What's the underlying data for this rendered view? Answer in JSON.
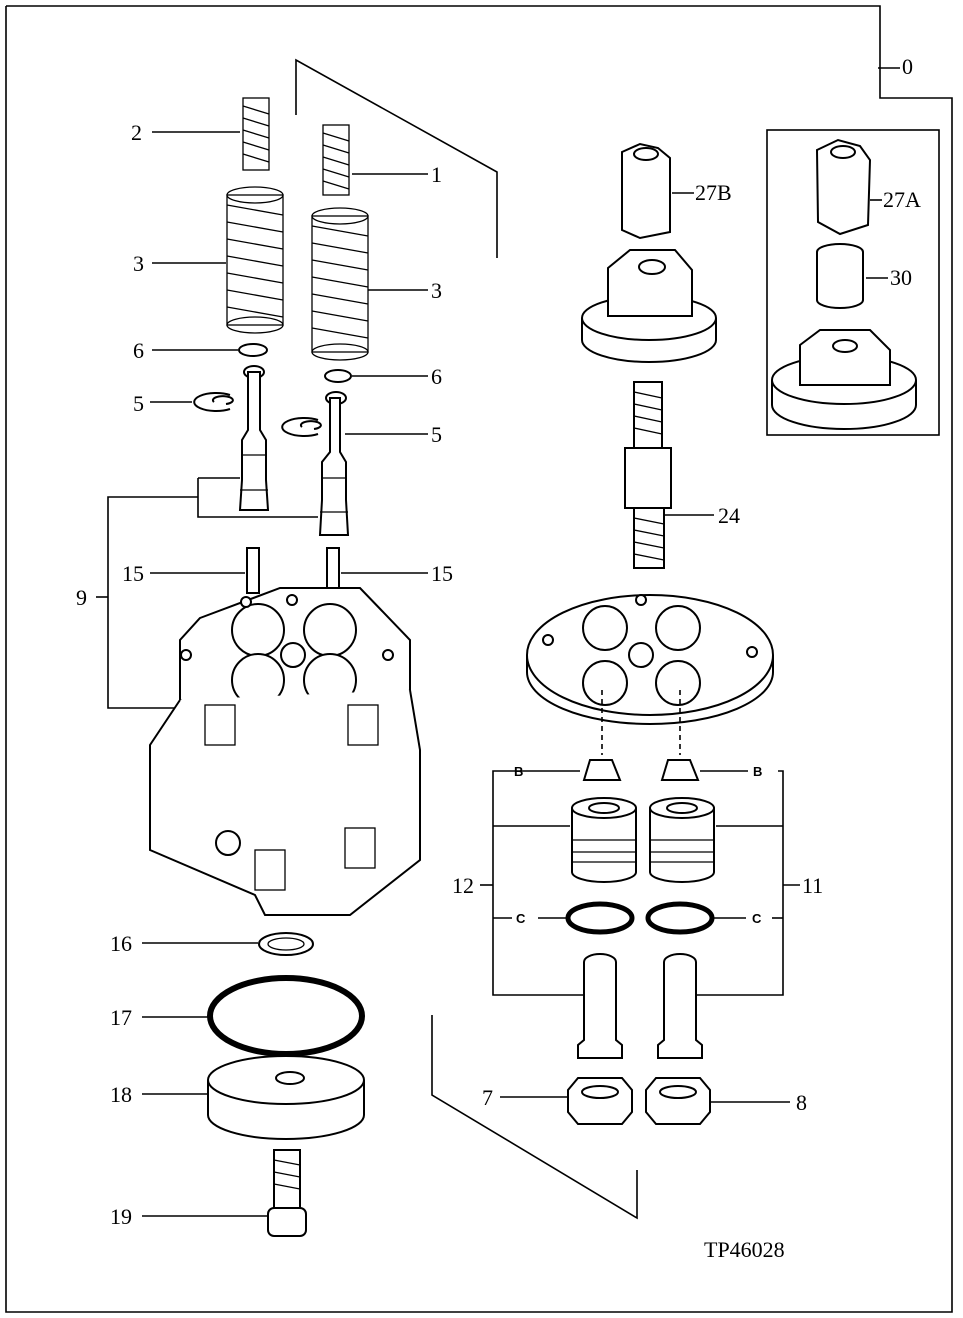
{
  "callouts": {
    "c0": "0",
    "c1": "1",
    "c2": "2",
    "c3a": "3",
    "c3b": "3",
    "c5a": "5",
    "c5b": "5",
    "c6a": "6",
    "c6b": "6",
    "c7": "7",
    "c8": "8",
    "c9": "9",
    "c11": "11",
    "c12": "12",
    "c15a": "15",
    "c15b": "15",
    "c16": "16",
    "c17": "17",
    "c18": "18",
    "c19": "19",
    "c24": "24",
    "c27a": "27A",
    "c27b": "27B",
    "c30": "30",
    "bL": "B",
    "bR": "B",
    "cL": "C",
    "cR": "C"
  },
  "figure_id": "TP46028"
}
